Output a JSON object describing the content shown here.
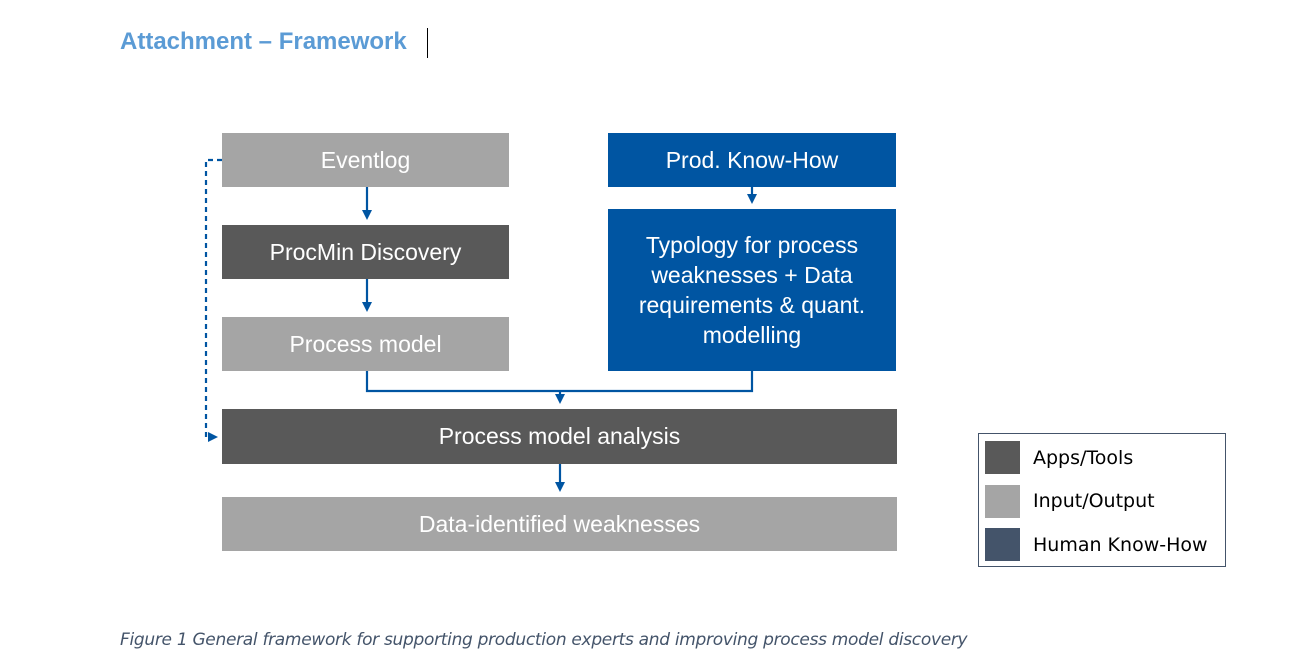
{
  "heading": "Attachment – Framework",
  "colors": {
    "heading": "#5b9bd5",
    "apps_tools": "#595959",
    "input_output": "#a5a5a5",
    "human_know_how": "#0055a2",
    "legend_human_swatch": "#44546a",
    "connector": "#0055a2"
  },
  "diagram": {
    "nodes": {
      "eventlog": "Eventlog",
      "procmin_discovery": "ProcMin Discovery",
      "process_model": "Process model",
      "prod_know_how": "Prod. Know-How",
      "typology": "Typology for process weaknesses + Data requirements & quant. modelling",
      "process_model_analysis": "Process model analysis",
      "data_identified_weaknesses": "Data-identified weaknesses"
    },
    "edges": [
      {
        "from": "eventlog",
        "to": "procmin_discovery",
        "style": "solid"
      },
      {
        "from": "procmin_discovery",
        "to": "process_model",
        "style": "solid"
      },
      {
        "from": "prod_know_how",
        "to": "typology",
        "style": "solid"
      },
      {
        "from": "process_model",
        "to": "process_model_analysis",
        "style": "solid"
      },
      {
        "from": "typology",
        "to": "process_model_analysis",
        "style": "solid"
      },
      {
        "from": "eventlog",
        "to": "process_model_analysis",
        "style": "dashed"
      },
      {
        "from": "process_model_analysis",
        "to": "data_identified_weaknesses",
        "style": "solid"
      }
    ]
  },
  "legend": {
    "items": [
      {
        "label": "Apps/Tools"
      },
      {
        "label": "Input/Output"
      },
      {
        "label": "Human Know-How"
      }
    ]
  },
  "caption": "Figure 1 General framework for supporting production experts and improving process model discovery"
}
